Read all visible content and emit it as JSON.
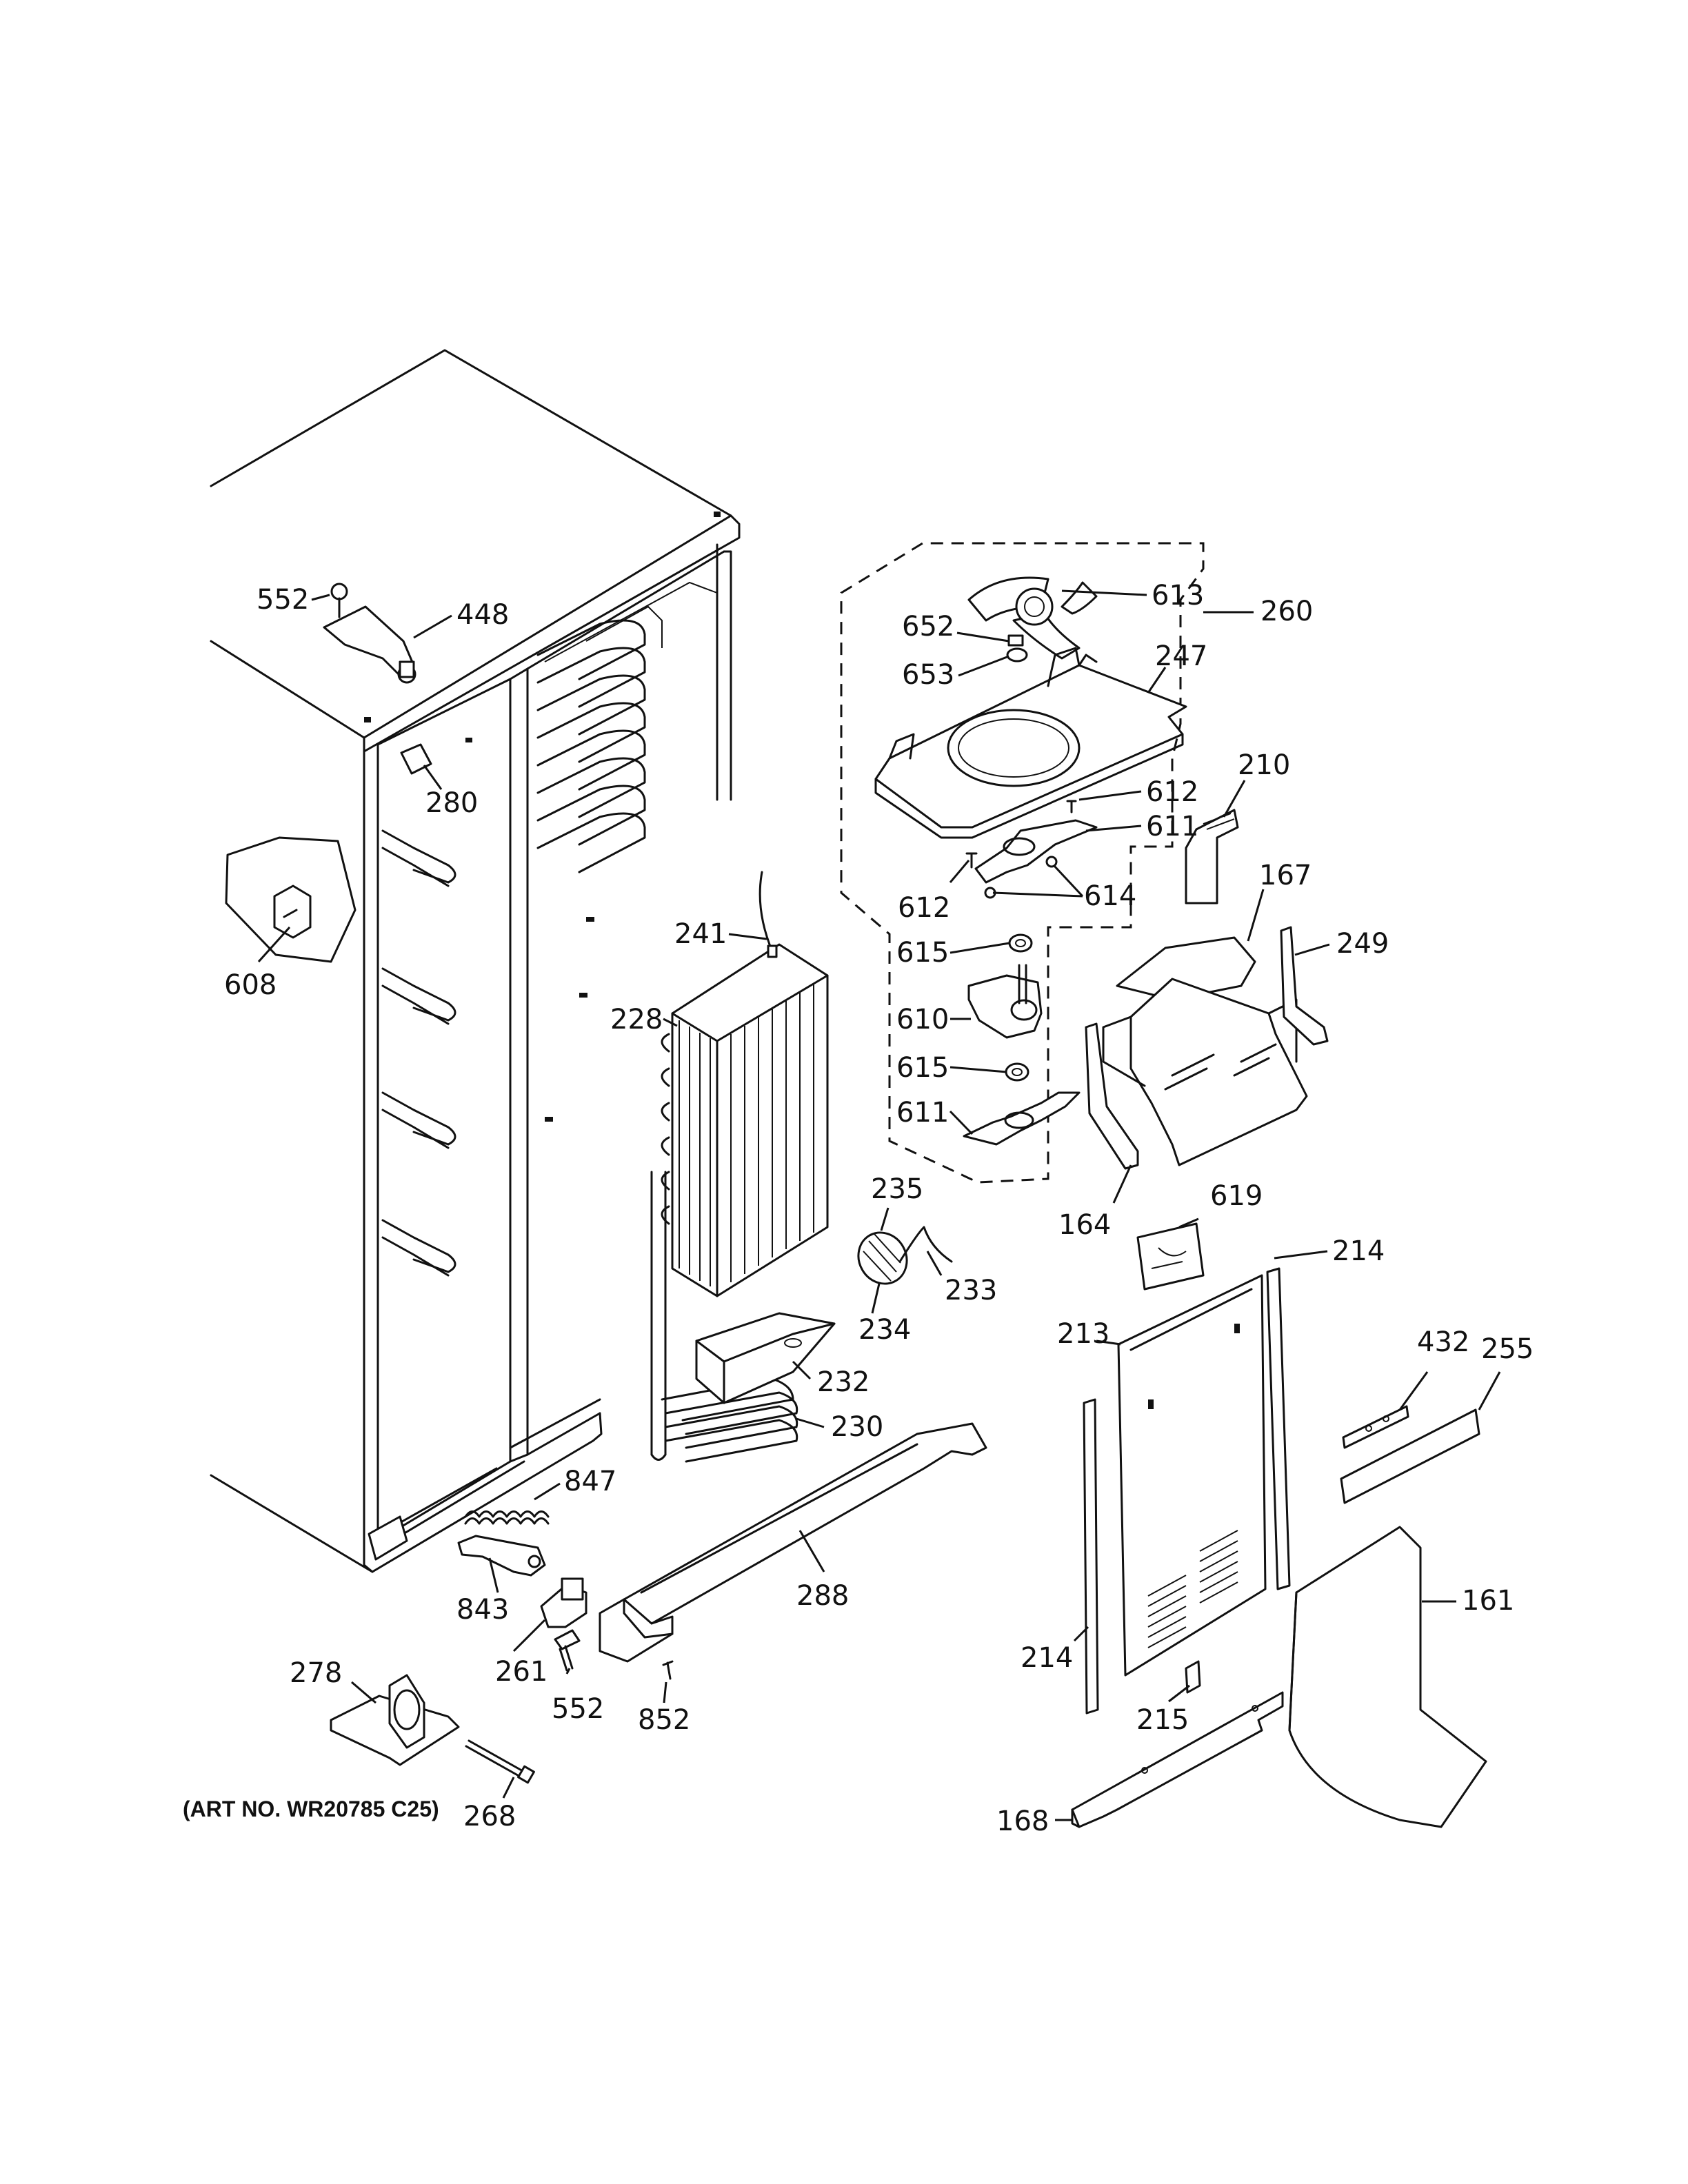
{
  "art_number": "(ART NO. WR20785 C25)",
  "labels": {
    "l552a": "552",
    "l448": "448",
    "l280": "280",
    "l608": "608",
    "l613": "613",
    "l260": "260",
    "l652": "652",
    "l653": "653",
    "l247": "247",
    "l612a": "612",
    "l611a": "611",
    "l612b": "612",
    "l614": "614",
    "l210": "210",
    "l167": "167",
    "l249": "249",
    "l241": "241",
    "l228": "228",
    "l615a": "615",
    "l610": "610",
    "l615b": "615",
    "l611b": "611",
    "l164": "164",
    "l619": "619",
    "l235": "235",
    "l233": "233",
    "l234": "234",
    "l214a": "214",
    "l213": "213",
    "l432": "432",
    "l255": "255",
    "l232": "232",
    "l230": "230",
    "l847": "847",
    "l843": "843",
    "l288": "288",
    "l261": "261",
    "l552b": "552",
    "l852": "852",
    "l278": "278",
    "l268": "268",
    "l161": "161",
    "l214b": "214",
    "l215": "215",
    "l168": "168"
  }
}
